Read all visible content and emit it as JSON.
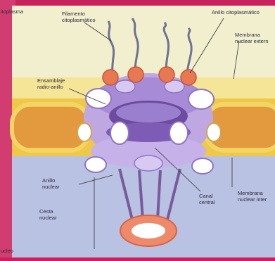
{
  "labels": {
    "citoplasma": "itoplasma",
    "filamento": [
      "Filamento",
      "citoplasmático"
    ],
    "anillo_cito": "Anillo citoplasmático",
    "membrana_ext": [
      "Membrana",
      "nuclear extern"
    ],
    "ensamblaje": [
      "Ensamblaje",
      "radio-anillo"
    ],
    "anillo_nuclear": [
      "Anillo",
      "nuclear"
    ],
    "canal_central": [
      "Canal",
      "central"
    ],
    "membrana_int": [
      "Membrana",
      "nuclear inter"
    ],
    "cesta_nuclear": [
      "Cesta",
      "nuclear"
    ],
    "nucleo": "ucleo"
  },
  "colors": {
    "background_left": "#c7225c",
    "cytoplasm": "#f1efce",
    "nucleoplasm": "#b9c2e3",
    "membrane_yellow": "#ecc23b",
    "membrane_orange": "#d9924a",
    "pore_purple": "#b8a2de",
    "pore_dark": "#6d4ba0",
    "filament_grey": "#6f7292",
    "knob_orange": "#e77852",
    "ring_orange": "#ee8a6a"
  }
}
